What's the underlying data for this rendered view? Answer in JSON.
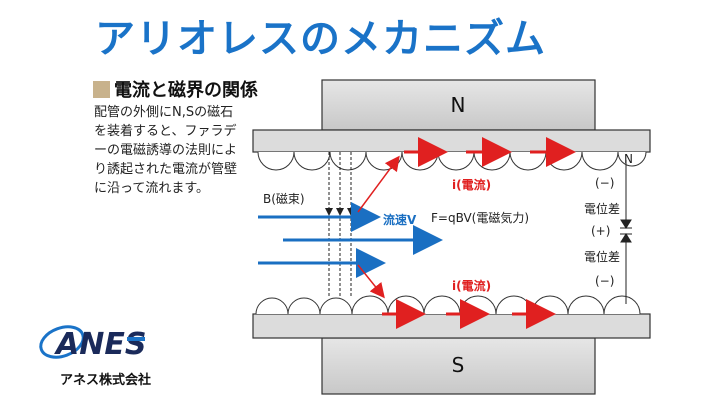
{
  "title": "アリオレスのメカニズム",
  "subheading": "電流と磁界の関係",
  "description": "配管の外側にN,Sの磁石を装着すると、ファラデーの電磁誘導の法則により誘起された電流が管壁に沿って流れます。",
  "diagram": {
    "north_label": "N",
    "south_label": "S",
    "pipe_n_label": "N",
    "magnetic_flux_label": "B(磁束)",
    "flow_velocity_label": "流速V",
    "force_label": "F=qBV(電磁気力)",
    "current_top_label": "i(電流)",
    "current_bottom_label": "i(電流)",
    "minus_top": "(−)",
    "potential_diff_top": "電位差",
    "plus": "(+)",
    "potential_diff_bottom": "電位差",
    "minus_bottom": "(−)"
  },
  "logo": {
    "text": "ANES",
    "company": "アネス株式会社"
  },
  "colors": {
    "title": "#1a73c8",
    "current": "#e02020",
    "flow": "#1a6fc2",
    "magnet": "#d4d4d4"
  }
}
